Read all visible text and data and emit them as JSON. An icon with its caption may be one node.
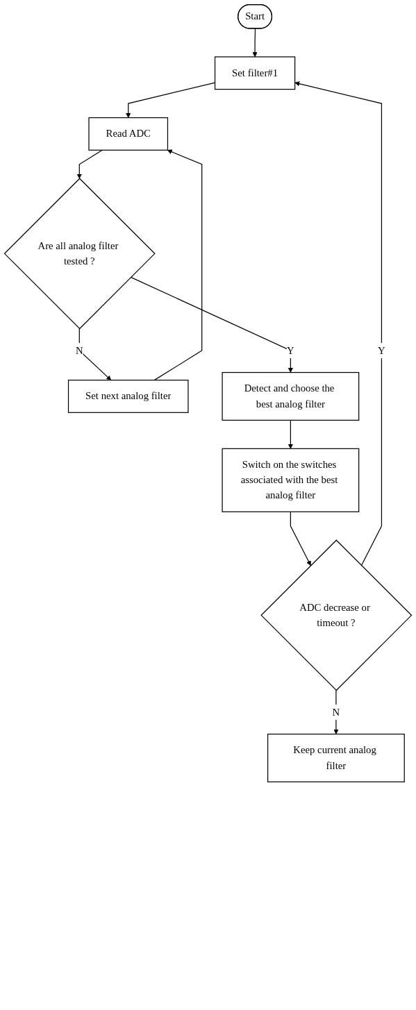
{
  "diagram": {
    "nodes": [
      {
        "text": [
          "Start"
        ]
      },
      {
        "text": [
          "Set filter#1"
        ]
      },
      {
        "text": [
          "Read ADC"
        ]
      },
      {
        "text": [
          "Are all analog filter tested ?"
        ]
      },
      {
        "text": [
          "Set next analog filter"
        ]
      },
      {
        "text": [
          "Detect and choose the best analog filter"
        ]
      },
      {
        "text": [
          "Switch on the switches associated with the best analog filter"
        ]
      },
      {
        "text": [
          "ADC decrease or timeout ?"
        ]
      },
      {
        "text": [
          "Keep current analog filter"
        ]
      }
    ],
    "edges": [
      {
        "from": 0,
        "to": 1,
        "arrow": "to"
      },
      {
        "from": 1,
        "to": 2,
        "arrow": "to"
      },
      {
        "from": 2,
        "to": 3,
        "arrow": "to"
      },
      {
        "from": 3,
        "to": 4,
        "arrow": "to",
        "label": "N"
      },
      {
        "from": 4,
        "to": 2,
        "arrow": "to"
      },
      {
        "from": 3,
        "to": 5,
        "arrow": "to",
        "label": "Y"
      },
      {
        "from": 5,
        "to": 6,
        "arrow": "to"
      },
      {
        "from": 6,
        "to": 7,
        "arrow": "to"
      },
      {
        "from": 7,
        "to": 1,
        "arrow": "to",
        "label": "Y"
      },
      {
        "from": 7,
        "to": 8,
        "arrow": "to",
        "label": "N"
      }
    ]
  }
}
